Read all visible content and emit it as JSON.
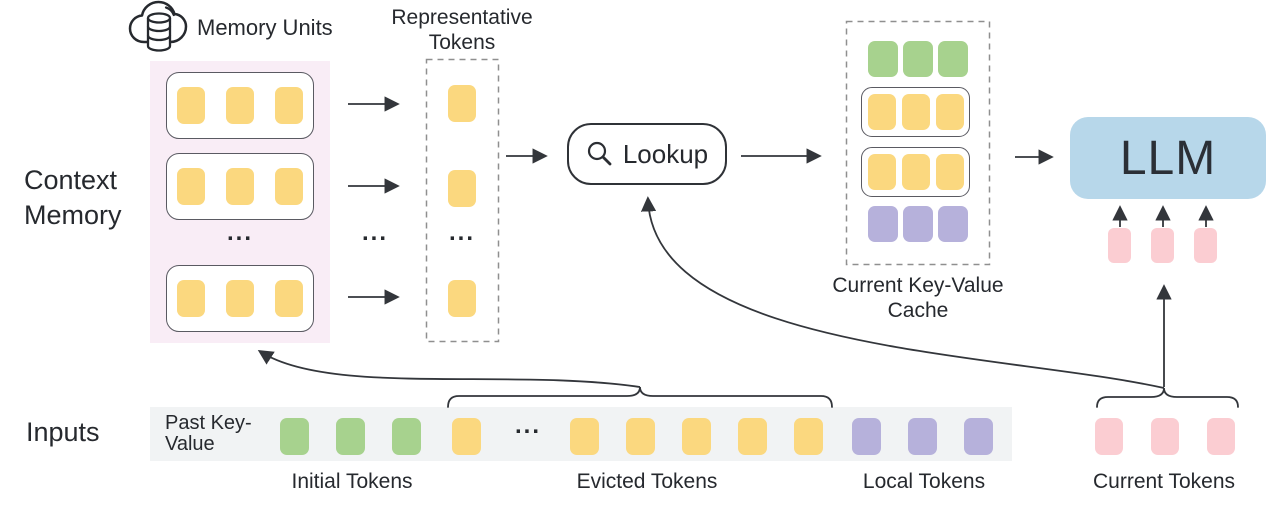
{
  "palette": {
    "yellow": "#FBD87F",
    "green": "#A7D28E",
    "purple": "#B6B1DB",
    "pink": "#FBCDD2",
    "llm_blue": "#B7D7EA",
    "memory_bg": "#F9EDF6",
    "inputs_bg": "#F1F3F4",
    "line": "#33363B",
    "text": "#26292E"
  },
  "labels": {
    "context_memory": "Context Memory",
    "memory_units": "Memory Units",
    "representative_tokens": "Representative Tokens",
    "lookup": "Lookup",
    "current_kv_cache": "Current Key-Value Cache",
    "llm": "LLM",
    "inputs": "Inputs",
    "past_key_value": "Past Key-Value",
    "initial_tokens": "Initial Tokens",
    "evicted_tokens": "Evicted Tokens",
    "local_tokens": "Local Tokens",
    "current_tokens": "Current Tokens",
    "ellipsis": "..."
  },
  "groups": {
    "memory_unit_1": {
      "color": "yellow",
      "count": 3
    },
    "memory_unit_2": {
      "color": "yellow",
      "count": 3
    },
    "memory_unit_3": {
      "color": "yellow",
      "count": 3
    },
    "rep_token_1": {
      "color": "yellow",
      "count": 1
    },
    "rep_token_2": {
      "color": "yellow",
      "count": 1
    },
    "rep_token_3": {
      "color": "yellow",
      "count": 1
    },
    "cache_initial_row": {
      "color": "green",
      "count": 3
    },
    "cache_unit_1": {
      "color": "yellow",
      "count": 3
    },
    "cache_unit_2": {
      "color": "yellow",
      "count": 3
    },
    "cache_local_row": {
      "color": "purple",
      "count": 3
    },
    "llm_current_tokens": {
      "color": "pink",
      "count": 3
    },
    "input_initial": {
      "color": "green",
      "count": 3
    },
    "input_evicted_head": {
      "color": "yellow",
      "count": 1
    },
    "input_evicted_tail": {
      "color": "yellow",
      "count": 5
    },
    "input_local": {
      "color": "purple",
      "count": 3
    },
    "input_current": {
      "color": "pink",
      "count": 3
    }
  }
}
